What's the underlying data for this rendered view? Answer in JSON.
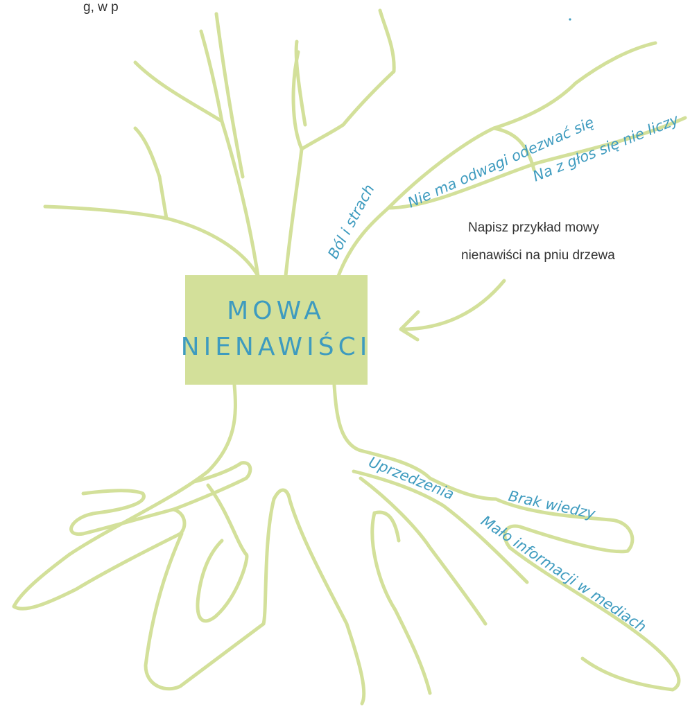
{
  "colors": {
    "tree_stroke": "#d3e09a",
    "box_fill": "#d3e09a",
    "handwriting": "#3e9bbf",
    "note_text": "#333333"
  },
  "header_fragment": "g,  w p",
  "center": {
    "line1": "MOWA",
    "line2": "NIENAWIŚCI"
  },
  "branch_labels": {
    "bol_i_strach": "Ból i strach",
    "nie_ma_odwagi": "Nie ma odwagi odezwać się",
    "na_z_glos": "Na z głos się nie liczy"
  },
  "instruction": {
    "line1": "Napisz przykład mowy",
    "line2": "nienawiści na pniu drzewa"
  },
  "root_labels": {
    "uprzedzenia": "Uprzedzenia",
    "brak_wiedzy": "Brak wiedzy",
    "malo_informacji": "Mało informacji w mediach"
  }
}
